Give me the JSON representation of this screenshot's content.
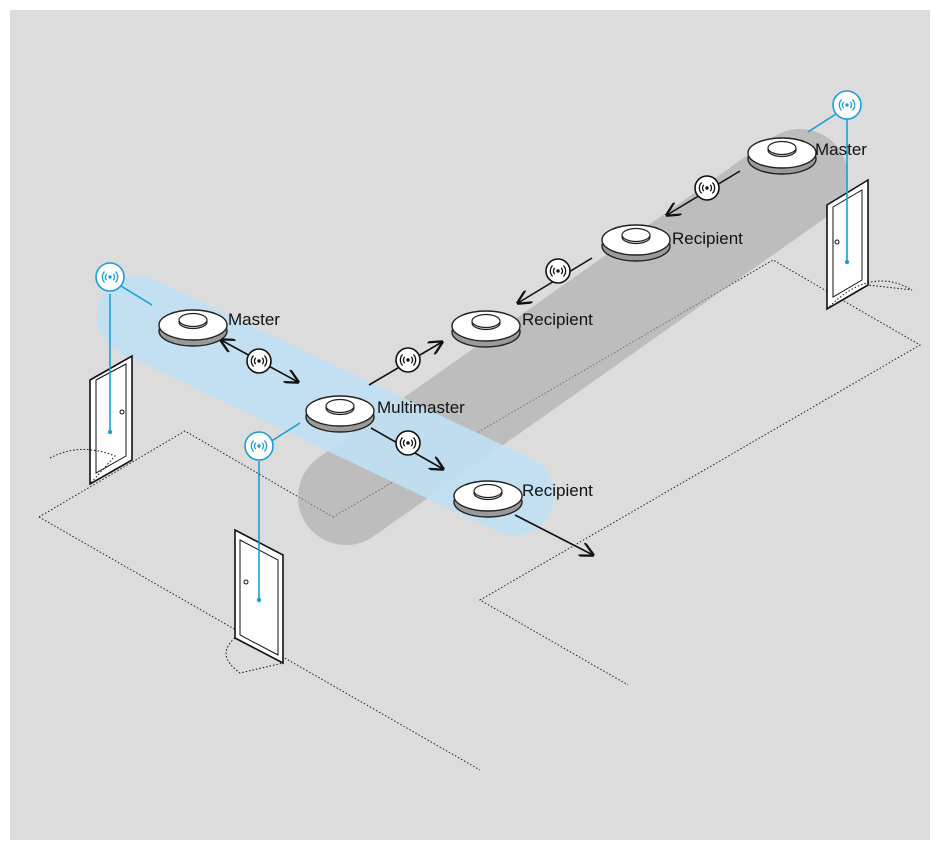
{
  "colors": {
    "background": "#dcdcdc",
    "gray_zone": "#a8a8a8",
    "blue_zone": "#bfe0f3",
    "signal_blue": "#1a9fd6",
    "device_fill": "#ffffff",
    "device_edge": "#222222"
  },
  "devices": [
    {
      "id": "master-top-right",
      "role": "master",
      "label": "Master"
    },
    {
      "id": "recipient-upper-1",
      "role": "recipient",
      "label": "Recipient"
    },
    {
      "id": "recipient-upper-2",
      "role": "recipient",
      "label": "Recipient"
    },
    {
      "id": "master-left",
      "role": "master",
      "label": "Master"
    },
    {
      "id": "multimaster",
      "role": "multimaster",
      "label": "Multimaster"
    },
    {
      "id": "recipient-lower",
      "role": "recipient",
      "label": "Recipient"
    }
  ],
  "links": [
    {
      "from": "master-top-right",
      "to": "recipient-upper-1",
      "direction": "one-way",
      "icon": "wireless-signal-icon"
    },
    {
      "from": "recipient-upper-1",
      "to": "recipient-upper-2",
      "direction": "one-way",
      "icon": "wireless-signal-icon"
    },
    {
      "from": "multimaster",
      "to": "recipient-upper-2",
      "direction": "one-way",
      "icon": "wireless-signal-icon"
    },
    {
      "from": "master-left",
      "to": "multimaster",
      "direction": "two-way",
      "icon": "wireless-signal-icon"
    },
    {
      "from": "multimaster",
      "to": "recipient-lower",
      "direction": "one-way",
      "icon": "wireless-signal-icon"
    }
  ],
  "access_points": [
    {
      "id": "ap-left",
      "icon": "wireless-signal-icon",
      "linked_device": "master-left"
    },
    {
      "id": "ap-center",
      "icon": "wireless-signal-icon",
      "linked_device": "multimaster"
    },
    {
      "id": "ap-right",
      "icon": "wireless-signal-icon",
      "linked_device": "master-top-right"
    }
  ],
  "doors": [
    "door-left",
    "door-center",
    "door-right"
  ]
}
